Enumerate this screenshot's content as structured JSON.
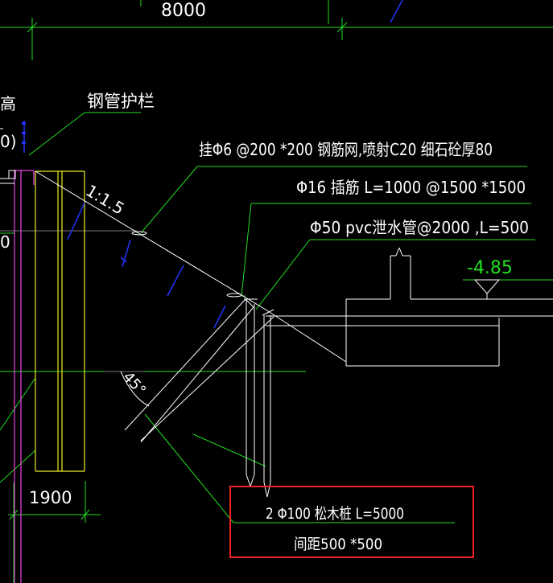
{
  "title_dim": "8000",
  "labels": {
    "left_partial_top": "高",
    "left_partial_mid": "0)",
    "left_partial_low": "0",
    "guardrail": "钢管护栏",
    "mesh": "挂Φ6 @200 *200 钢筋网,喷射C20 细石砼厚80",
    "dowel": "Φ16 插筋  L=1000 @1500 *1500",
    "drain": "Φ50 pvc泄水管@2000 ,L=500",
    "slope": "1:1.5",
    "elevation": "-4.85",
    "angle": "45°",
    "bottom_dim": "1900",
    "pile": "2 Φ100 松木桩  L=5000",
    "spacing": "间距500 *500"
  },
  "colors": {
    "background": "#000000",
    "green": "#22dd22",
    "white": "#ffffff",
    "blue": "#2233ff",
    "magenta": "#ee44ee",
    "yellow": "#eeee22",
    "highlight": "#ee2222",
    "elevation_text": "#22dd22"
  }
}
